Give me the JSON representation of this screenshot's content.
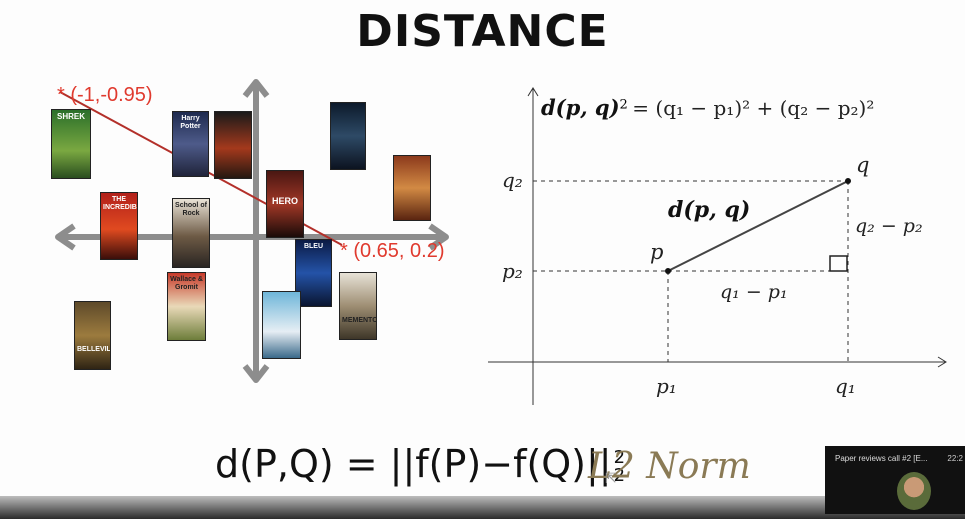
{
  "title": "DISTANCE",
  "scatter": {
    "point_a_label": "* (-1,-0.95)",
    "point_b_label": "* (0.65, 0.2)",
    "posters": [
      {
        "id": "shrek",
        "text": "SHREK"
      },
      {
        "id": "harry-potter",
        "text": "Harry Potter"
      },
      {
        "id": "star-wars",
        "text": ""
      },
      {
        "id": "dark-knight",
        "text": ""
      },
      {
        "id": "crouching-tiger",
        "text": ""
      },
      {
        "id": "incredibles",
        "text": "THE INCREDIBLES"
      },
      {
        "id": "school-of-rock",
        "text": "School of Rock"
      },
      {
        "id": "hero",
        "text": "HERO"
      },
      {
        "id": "blue-movie",
        "text": "BLEU"
      },
      {
        "id": "wallace-gromit",
        "text": "Wallace & Gromit"
      },
      {
        "id": "life-aquatic",
        "text": ""
      },
      {
        "id": "memento",
        "text": "MEMENTO"
      },
      {
        "id": "belleville",
        "text": "BELLEVILLE"
      }
    ]
  },
  "diagram": {
    "formula_lhs": "d(p, q)",
    "formula_lhs_exp": "2",
    "formula_rhs": "= (q₁ − p₁)² + (q₂ − p₂)²",
    "q2_axis": "q₂",
    "p2_axis": "p₂",
    "p1_axis": "p₁",
    "q1_axis": "q₁",
    "point_p": "p",
    "point_q": "q",
    "segment_label": "d(p, q)",
    "dy_label": "q₂ − p₂",
    "dx_label": "q₁ − p₁"
  },
  "bottom": {
    "formula": "d(P,Q) = ||f(P)−f(Q)||",
    "formula_sub": "2",
    "formula_sup": "2",
    "l2_norm": "L2 Norm"
  },
  "video": {
    "title": "Paper reviews call #2 [E...",
    "time": "22:2"
  },
  "colors": {
    "red": "#e03a2e",
    "axis_gray": "#888888",
    "norm_text": "#8a7a55"
  }
}
